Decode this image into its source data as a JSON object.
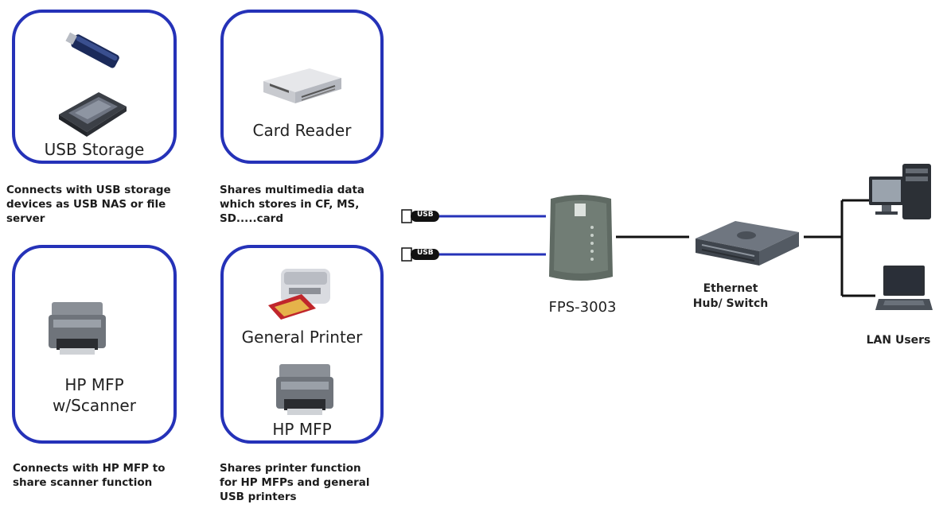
{
  "devices": {
    "usb_storage": {
      "label": "USB Storage",
      "description": [
        "Connects with USB storage",
        "devices as USB NAS or file",
        "server"
      ]
    },
    "card_reader": {
      "label": "Card Reader",
      "description": [
        "Shares multimedia data",
        "which stores in CF, MS,",
        "SD.....card"
      ]
    },
    "hp_mfp_scanner": {
      "label_line1": "HP MFP",
      "label_line2": "w/Scanner",
      "description": [
        "Connects with HP MFP to",
        "share scanner function"
      ]
    },
    "printers": {
      "general_label": "General Printer",
      "hp_label": "HP MFP",
      "description": [
        "Shares printer function",
        "for HP MFPs and general",
        "USB printers"
      ]
    }
  },
  "ports": {
    "usb_label": "USB"
  },
  "server": {
    "label": "FPS-3003"
  },
  "switch": {
    "label_line1": "Ethernet",
    "label_line2": "Hub/ Switch"
  },
  "lan": {
    "label": "LAN Users"
  },
  "colors": {
    "box_border": "#2532b8",
    "usb_line": "#2532b8",
    "ethernet_line": "#111111"
  }
}
